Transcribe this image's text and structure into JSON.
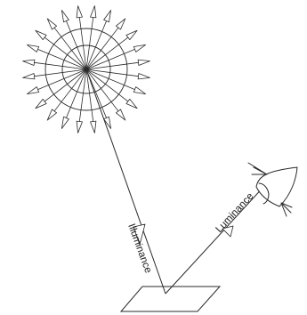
{
  "labels": {
    "illuminance": "Illuminance",
    "luminance": "Luminance"
  },
  "icons": {
    "light_source": "point-light-source-icon",
    "eye": "eye-icon",
    "surface": "reflecting-surface"
  },
  "colors": {
    "line": "#2a2a2a",
    "background": "#ffffff"
  }
}
